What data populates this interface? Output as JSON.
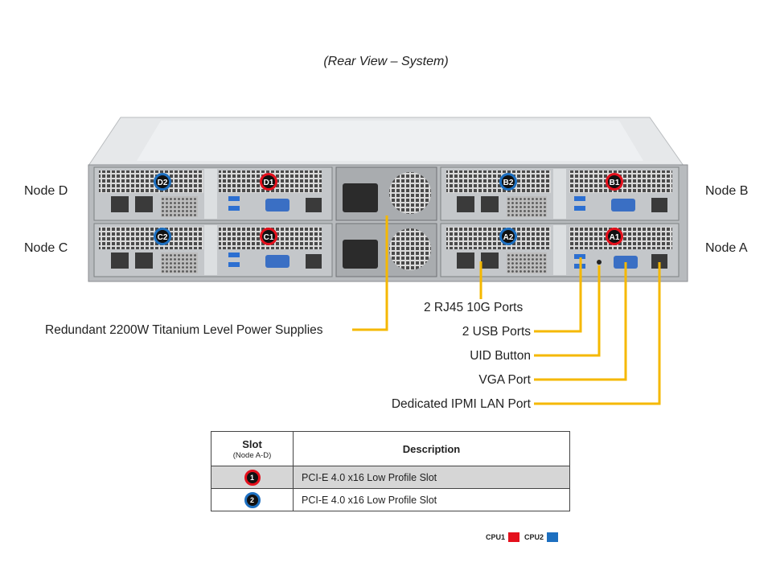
{
  "caption": "(Rear View – System)",
  "nodes": {
    "d": "Node D",
    "c": "Node C",
    "b": "Node B",
    "a": "Node A"
  },
  "slot_badges": {
    "d1": "D1",
    "d2": "D2",
    "c1": "C1",
    "c2": "C2",
    "b1": "B1",
    "b2": "B2",
    "a1": "A1",
    "a2": "A2"
  },
  "callouts": {
    "power": "Redundant  2200W Titanium  Level Power Supplies",
    "rj45": "2 RJ45 10G Ports",
    "usb": "2 USB Ports",
    "uid": "UID  Button",
    "vga": "VGA Port",
    "ipmi": "Dedicated IPMI  LAN Port"
  },
  "table": {
    "header_slot": "Slot",
    "header_slot_sub": "(Node A-D)",
    "header_desc": "Description",
    "rows": [
      {
        "badge": "1",
        "cpu": "CPU1",
        "desc": "PCI-E  4.0 x16 Low Profile Slot"
      },
      {
        "badge": "2",
        "cpu": "CPU2",
        "desc": "PCI-E  4.0 x16 Low Profile Slot"
      }
    ]
  },
  "legend": [
    {
      "label": "CPU1",
      "color": "#e4101c"
    },
    {
      "label": "CPU2",
      "color": "#1d6fc0"
    }
  ],
  "colors": {
    "leader": "#f5b800",
    "cpu1": "#e4101c",
    "cpu2": "#1d6fc0"
  }
}
